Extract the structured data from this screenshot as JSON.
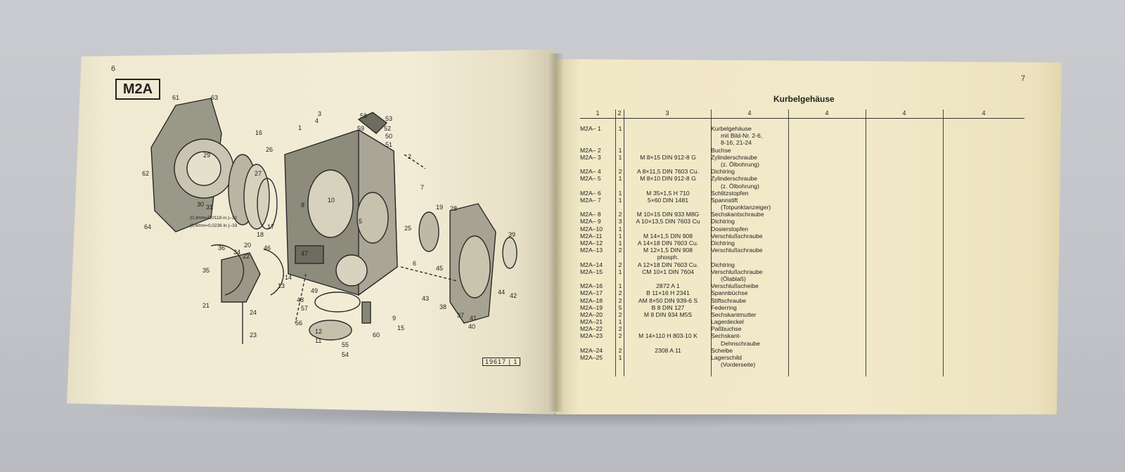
{
  "left_page": {
    "page_number": "6",
    "section_code": "M2A",
    "figure_ref": "19617",
    "figure_ref_suffix": "1",
    "callouts": [
      "1",
      "2",
      "3",
      "4",
      "5",
      "6",
      "7",
      "8",
      "9",
      "10",
      "11",
      "12",
      "13",
      "14",
      "15",
      "16",
      "17",
      "18",
      "19",
      "20",
      "21",
      "22",
      "23",
      "24",
      "25",
      "26",
      "27",
      "28",
      "29",
      "30",
      "31",
      "32",
      "33",
      "34",
      "35",
      "36",
      "37",
      "38",
      "39",
      "40",
      "41",
      "42",
      "43",
      "44",
      "45",
      "46",
      "47",
      "48",
      "49",
      "50",
      "51",
      "52",
      "53",
      "54",
      "55",
      "56",
      "57",
      "58",
      "59",
      "60",
      "61",
      "62",
      "63",
      "64"
    ],
    "shim_notes": [
      "(0,3mm=0,0118 in.)–32",
      "(0,6mm=0,0236 in.)–33"
    ]
  },
  "right_page": {
    "page_number": "7",
    "title": "Kurbelgehäuse",
    "columns": [
      "1",
      "2",
      "3",
      "4",
      "4",
      "4",
      "4"
    ],
    "rows": [
      {
        "part": "M2A– 1",
        "qty": "1",
        "spec": "",
        "desc": [
          "Kurbelgehäuse",
          "mit Bild-Nr. 2-6,",
          "8-16, 21-24"
        ]
      },
      {
        "part": "M2A– 2",
        "qty": "1",
        "spec": "",
        "desc": [
          "Buchse"
        ]
      },
      {
        "part": "M2A– 3",
        "qty": "1",
        "spec": "M 8×15 DIN 912-8 G",
        "desc": [
          "Zylinderschraube",
          "(z. Ölbohrung)"
        ]
      },
      {
        "part": "M2A– 4",
        "qty": "2",
        "spec": "A 8×11,5 DIN 7603 Cu.",
        "desc": [
          "Dichtring"
        ]
      },
      {
        "part": "M2A– 5",
        "qty": "1",
        "spec": "M 8×10 DIN 912-8 G",
        "desc": [
          "Zylinderschraube",
          "(z. Ölbohrung)"
        ]
      },
      {
        "part": "M2A– 6",
        "qty": "1",
        "spec": "M 35×1,5 H 710",
        "desc": [
          "Schlitzstopfen"
        ]
      },
      {
        "part": "M2A– 7",
        "qty": "1",
        "spec": "5×60 DIN 1481",
        "desc": [
          "Spannstift",
          "(Totpunktanzeiger)"
        ]
      },
      {
        "part": "M2A– 8",
        "qty": "2",
        "spec": "M 10×15 DIN 933 M8G",
        "desc": [
          "Sechskantschraube"
        ]
      },
      {
        "part": "M2A– 9",
        "qty": "3",
        "spec": "A 10×13,5 DIN 7603 Cu",
        "desc": [
          "Dichtring"
        ]
      },
      {
        "part": "M2A–10",
        "qty": "1",
        "spec": "",
        "desc": [
          "Dosierstopfen"
        ]
      },
      {
        "part": "M2A–11",
        "qty": "1",
        "spec": "M 14×1,5 DIN 908",
        "desc": [
          "Verschlußschraube"
        ]
      },
      {
        "part": "M2A–12",
        "qty": "1",
        "spec": "A 14×18 DIN 7603 Cu.",
        "desc": [
          "Dichtring"
        ]
      },
      {
        "part": "M2A–13",
        "qty": "2",
        "spec": "M 12×1,5 DIN 908",
        "spec2": "phosph.",
        "desc": [
          "Verschlußschraube"
        ]
      },
      {
        "part": "M2A–14",
        "qty": "2",
        "spec": "A 12×18 DIN 7603 Cu.",
        "desc": [
          "Dichtring"
        ]
      },
      {
        "part": "M2A–15",
        "qty": "1",
        "spec": "CM 10×1 DIN 7604",
        "desc": [
          "Verschlußschraube",
          "(Ölablaß)"
        ]
      },
      {
        "part": "M2A–16",
        "qty": "1",
        "spec": "2872 A 1",
        "desc": [
          "Verschlußscheibe"
        ]
      },
      {
        "part": "M2A–17",
        "qty": "2",
        "spec": "B 11×16 H 2341",
        "desc": [
          "Spannbüchse"
        ]
      },
      {
        "part": "M2A–18",
        "qty": "2",
        "spec": "AM 8×50 DIN 939-6 S",
        "desc": [
          "Stiftschraube"
        ]
      },
      {
        "part": "M2A–19",
        "qty": "5",
        "spec": "B 8 DIN 127",
        "desc": [
          "Federring"
        ]
      },
      {
        "part": "M2A–20",
        "qty": "2",
        "spec": "M 8 DIN 934 M5S",
        "desc": [
          "Sechskantmutter"
        ]
      },
      {
        "part": "M2A–21",
        "qty": "1",
        "spec": "",
        "desc": [
          "Lagerdeckel"
        ]
      },
      {
        "part": "M2A–22",
        "qty": "2",
        "spec": "",
        "desc": [
          "Paßbuchse"
        ]
      },
      {
        "part": "M2A–23",
        "qty": "2",
        "spec": "M 14×110 H 803-10 K",
        "desc": [
          "Sechskant-",
          "Dehnschraube"
        ]
      },
      {
        "part": "M2A–24",
        "qty": "2",
        "spec": "2308 A 11",
        "desc": [
          "Scheibe"
        ]
      },
      {
        "part": "M2A–25",
        "qty": "1",
        "spec": "",
        "desc": [
          "Lagerschild",
          "(Vorderseite)"
        ]
      }
    ]
  }
}
